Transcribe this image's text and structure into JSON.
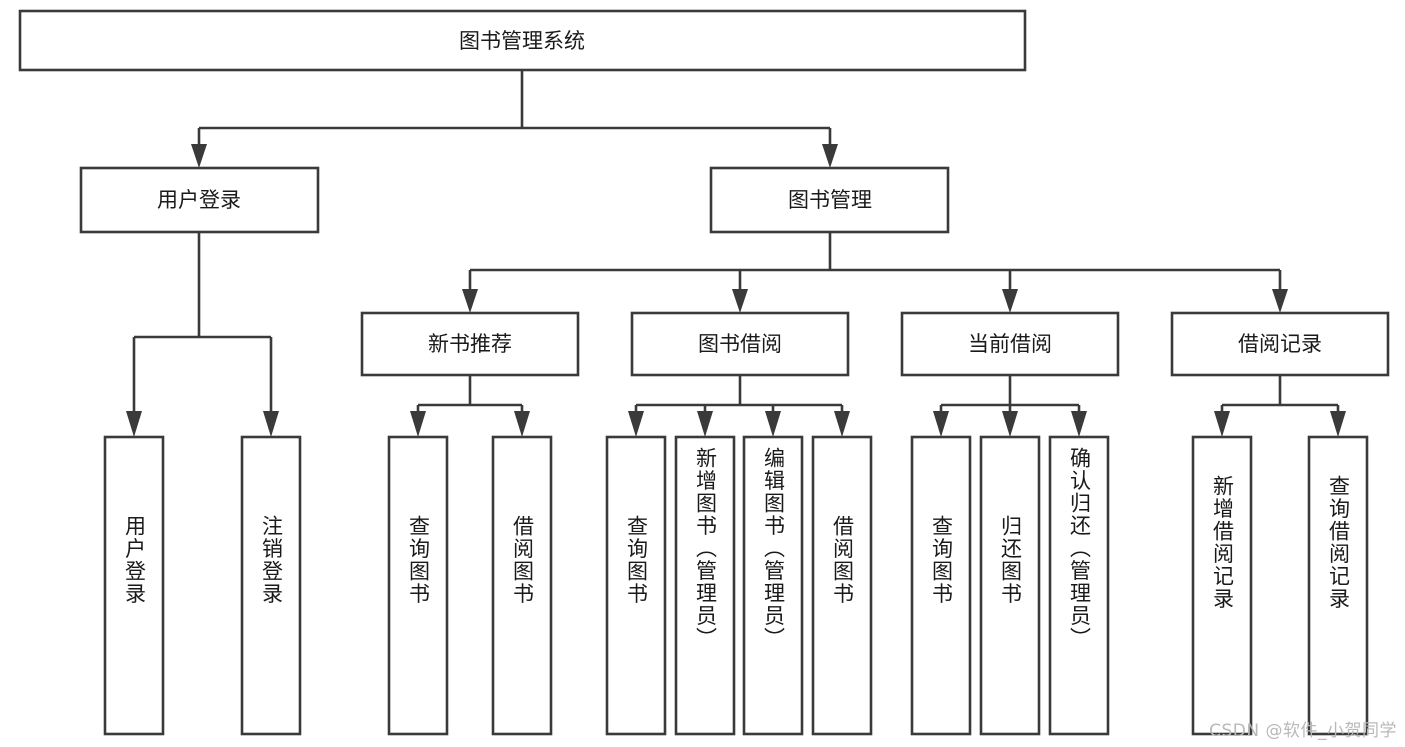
{
  "diagram": {
    "type": "tree",
    "title": "图书管理系统",
    "watermark": "CSDN @软件_小贺同学",
    "colors": {
      "stroke": "#3a3a3a",
      "fill": "#ffffff",
      "text": "#1a1a1a",
      "watermark": "#b9b9b9",
      "background": "#ffffff"
    },
    "nodes": {
      "root": {
        "label": "图书管理系统",
        "level": 1
      },
      "l2": [
        {
          "id": "user-login",
          "label": "用户登录",
          "level": 2
        },
        {
          "id": "book-manage",
          "label": "图书管理",
          "level": 2
        }
      ],
      "l3": [
        {
          "id": "new-book-recommend",
          "label": "新书推荐",
          "level": 3,
          "parent": "book-manage"
        },
        {
          "id": "book-borrow",
          "label": "图书借阅",
          "level": 3,
          "parent": "book-manage"
        },
        {
          "id": "current-borrow",
          "label": "当前借阅",
          "level": 3,
          "parent": "book-manage"
        },
        {
          "id": "borrow-record",
          "label": "借阅记录",
          "level": 3,
          "parent": "book-manage"
        }
      ],
      "leaves": [
        {
          "id": "leaf-user-login",
          "label": "用户登录",
          "parent": "user-login"
        },
        {
          "id": "leaf-user-logout",
          "label": "注销登录",
          "parent": "user-login"
        },
        {
          "id": "leaf-query-book-1",
          "label": "查询图书",
          "parent": "new-book-recommend"
        },
        {
          "id": "leaf-borrow-book-1",
          "label": "借阅图书",
          "parent": "new-book-recommend"
        },
        {
          "id": "leaf-query-book-2",
          "label": "查询图书",
          "parent": "book-borrow"
        },
        {
          "id": "leaf-add-book",
          "label": "新增图书（管理员）",
          "parent": "book-borrow"
        },
        {
          "id": "leaf-edit-book",
          "label": "编辑图书（管理员）",
          "parent": "book-borrow"
        },
        {
          "id": "leaf-borrow-book-2",
          "label": "借阅图书",
          "parent": "book-borrow"
        },
        {
          "id": "leaf-query-book-3",
          "label": "查询图书",
          "parent": "current-borrow"
        },
        {
          "id": "leaf-return-book",
          "label": "归还图书",
          "parent": "current-borrow"
        },
        {
          "id": "leaf-confirm-return",
          "label": "确认归还（管理员）",
          "parent": "current-borrow"
        },
        {
          "id": "leaf-add-record",
          "label": "新增借阅记录",
          "parent": "borrow-record"
        },
        {
          "id": "leaf-query-record",
          "label": "查询借阅记录",
          "parent": "borrow-record"
        }
      ]
    }
  }
}
